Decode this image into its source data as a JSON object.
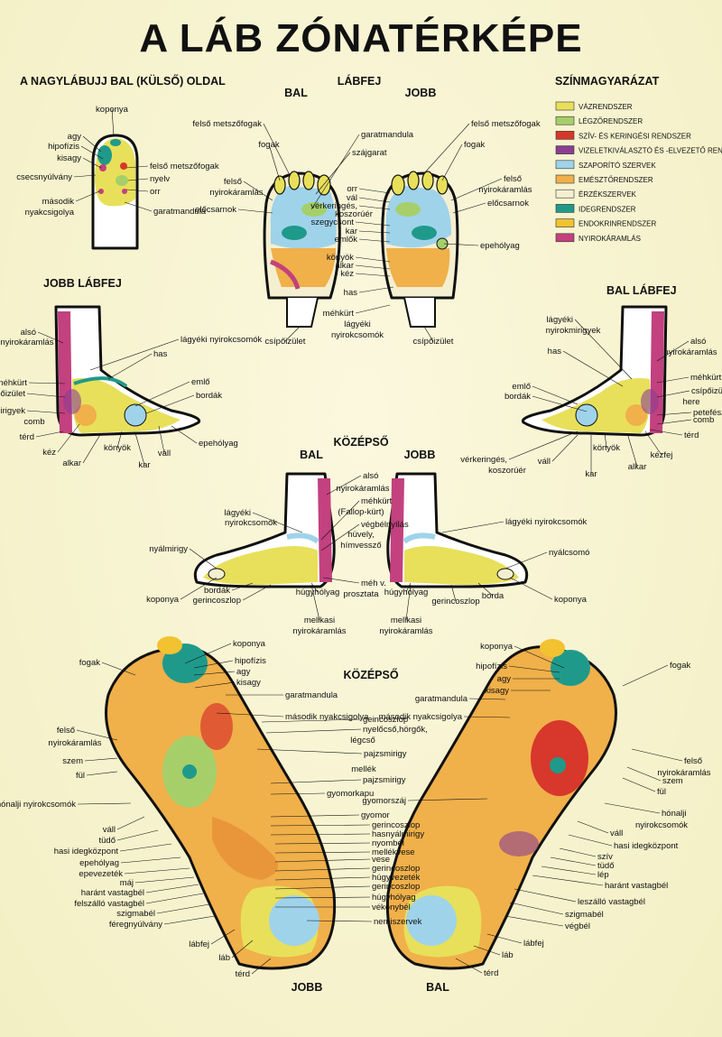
{
  "title": "A LÁB ZÓNATÉRKÉPE",
  "sections": {
    "big_toe": "A NAGYLÁBUJJ BAL (KÜLSŐ) OLDAL",
    "top": "LÁBFEJ",
    "top_left": "BAL",
    "top_right": "JOBB",
    "right_foot": "JOBB LÁBFEJ",
    "left_foot": "BAL LÁBFEJ",
    "middle": "KÖZÉPSŐ",
    "middle_left": "BAL",
    "middle_right": "JOBB",
    "sole_middle": "KÖZÉPSŐ",
    "sole_right": "JOBB",
    "sole_left": "BAL"
  },
  "legend": {
    "title": "SZÍNMAGYARÁZAT",
    "items": [
      {
        "label": "VÁZRENDSZER",
        "color": "#e8e05a"
      },
      {
        "label": "LÉGZŐRENDSZER",
        "color": "#a6cf6a"
      },
      {
        "label": "SZÍV- ÉS KERINGÉSI RENDSZER",
        "color": "#d8372b"
      },
      {
        "label": "VIZELETKIVÁLASZTÓ ÉS -ELVEZETŐ RENDSZER",
        "color": "#8a3f8f"
      },
      {
        "label": "SZAPORÍTÓ SZERVEK",
        "color": "#9fd3ea"
      },
      {
        "label": "EMÉSZTŐRENDSZER",
        "color": "#f0b04a"
      },
      {
        "label": "ÉRZÉKSZERVEK",
        "color": "#f4efd0"
      },
      {
        "label": "IDEGRENDSZER",
        "color": "#1f9a8a"
      },
      {
        "label": "ENDOKRINRENDSZER",
        "color": "#f2c230"
      },
      {
        "label": "NYIROKÁRAMLÁS",
        "color": "#c2417e"
      }
    ]
  },
  "labels": {
    "bt": [
      "koponya",
      "agy",
      "hipofízis",
      "kisagy",
      "csecsnyúlvány",
      "második",
      "nyakcsigolya",
      "felső metszőfogak",
      "nyelv",
      "orr",
      "garatmandula"
    ],
    "top": [
      "felső metszőfogak",
      "garatmandula",
      "szájgarat",
      "fogak",
      "felső",
      "nyirokáramlás",
      "előcsarnok",
      "orr",
      "vál",
      "vérkeringés,",
      "koszorúér",
      "szegycsont",
      "kar",
      "emlők",
      "könyök",
      "alkar",
      "kéz",
      "has",
      "méhkürt",
      "lágyéki",
      "nyirokcsomók",
      "csípőizület",
      "felső metszőfogak",
      "fogak",
      "felső",
      "nyirokáramlás",
      "előcsarnok",
      "epehólyag",
      "csípőizület"
    ],
    "rf": [
      "alsó",
      "nyirokáramlás",
      "méhkürt",
      "csípőizület",
      "ivarmirigyek",
      "comb",
      "térd",
      "kéz",
      "alkar",
      "könyök",
      "kar",
      "váll",
      "epehólyag",
      "lágyéki nyirokcsomók",
      "has",
      "emlő",
      "bordák"
    ],
    "lf": [
      "lágyéki",
      "nyirokmirigyek",
      "has",
      "alsó",
      "nyirokáramlás",
      "méhkürt",
      "csípőizület",
      "here",
      "petefészek",
      "comb",
      "emlő",
      "bordák",
      "térd",
      "vérkeringés,",
      "koszorúér",
      "váll",
      "kar",
      "könyök",
      "alkar",
      "kézfej"
    ],
    "mid": [
      "alsó",
      "nyirokáramlás",
      "lágyéki",
      "nyirokcsomók",
      "nyálmirigy",
      "koponya",
      "bordák",
      "gerincoszlop",
      "húgyhólyag",
      "mellkasi",
      "nyirokáramlás",
      "méhkürt",
      "(Fallop-kürt)",
      "végbélnyílás",
      "hüvely,",
      "hímvessző",
      "méh v.",
      "prosztata",
      "lágyéki nyirokcsomók",
      "nyálcsomó",
      "húgyhólyag",
      "gerincoszlop",
      "borda",
      "koponya",
      "mellkasi",
      "nyirokáramlás"
    ],
    "sr": [
      "koponya",
      "hipofízis",
      "agy",
      "kisagy",
      "garatmandula",
      "második nyakcsigolya",
      "fogak",
      "felső",
      "nyirokáramlás",
      "szem",
      "fül",
      "hónalji nyirokcsomók",
      "váll",
      "tüdő",
      "hasi idegközpont",
      "epehólyag",
      "epevezeték",
      "máj",
      "haránt vastagbél",
      "felszálló vastagbél",
      "szigmabél",
      "féregnyúlvány",
      "lábfej",
      "láb",
      "térd"
    ],
    "smid": [
      "geincoszlop",
      "nyelőcső,hörgők,",
      "légcső",
      "pajzsmirigy",
      "mellék",
      "pajzsmirigy",
      "gyomorkapu",
      "gyomor",
      "gerincoszlop",
      "hasnyálmirigy",
      "nyombél",
      "mellékvese",
      "vese",
      "gerincoszlop",
      "húgyvezeték",
      "gerincoszlop",
      "húgyhólyag",
      "vékonybél",
      "nemiszervek",
      "gyomorszáj"
    ],
    "sl": [
      "koponya",
      "hipofízis",
      "agy",
      "kisagy",
      "garatmandula",
      "második nyakcsigolya",
      "fogak",
      "felső",
      "nyirokáramlás",
      "szem",
      "fül",
      "hónalji",
      "nyirokcsomók",
      "váll",
      "hasi idegközpont",
      "szív",
      "tüdő",
      "lép",
      "haránt vastagbél",
      "leszálló vastagbél",
      "szigmabél",
      "végbél",
      "lábfej",
      "láb",
      "térd"
    ]
  }
}
